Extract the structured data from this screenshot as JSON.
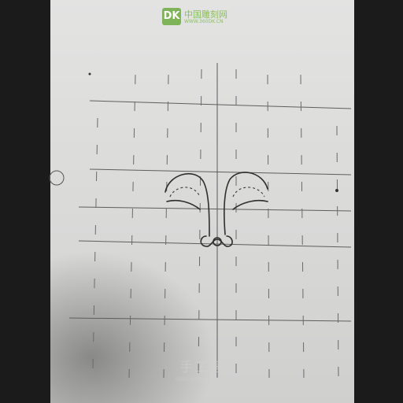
{
  "photo": {
    "subject": "pencil sketch on grid paper",
    "watermark_top": {
      "logo_text": "DK",
      "site_name": "中国雕刻网",
      "url": "WWW.360DK.CN",
      "color": "#8bbf5d"
    },
    "watermark_bottom": {
      "site_name": "手工客",
      "url": "shougongke.com"
    }
  }
}
